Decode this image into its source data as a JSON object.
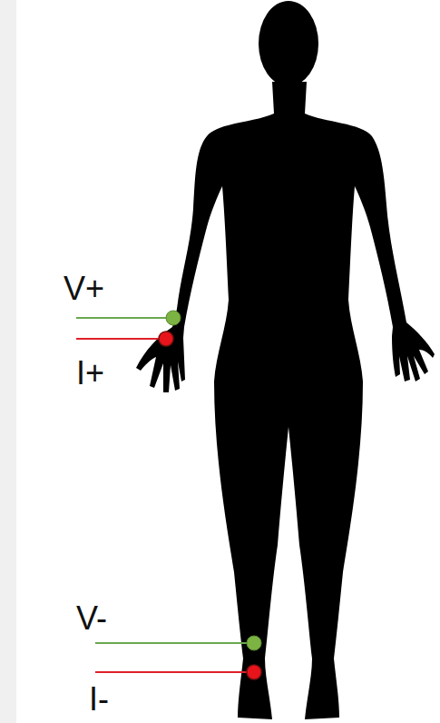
{
  "diagram": {
    "labels": [
      "V+",
      "I+",
      "V-",
      "I-"
    ]
  }
}
